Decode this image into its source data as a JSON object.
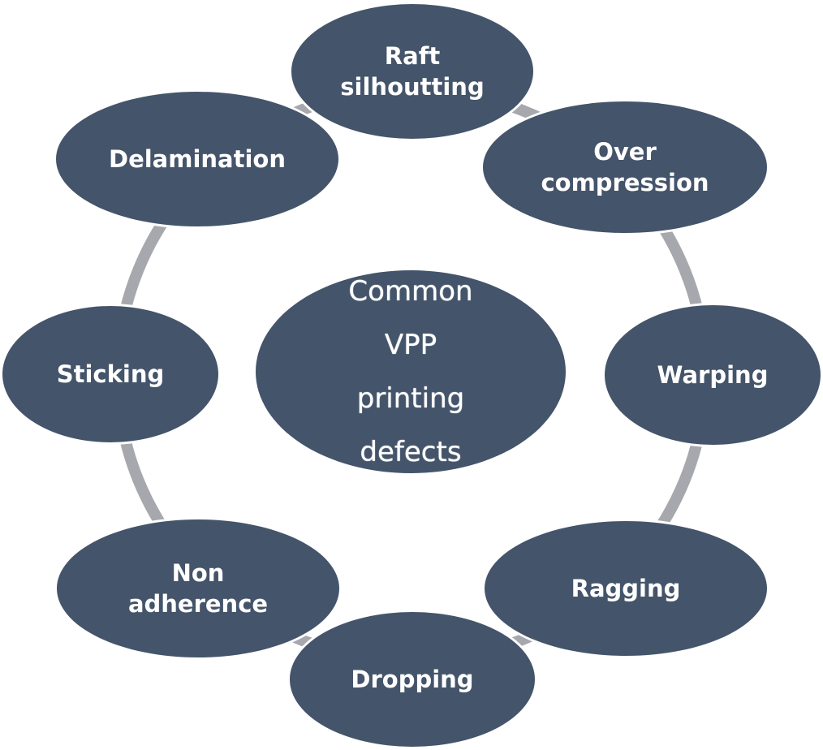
{
  "diagram": {
    "center_label": "Common\nVPP\nprinting\ndefects",
    "nodes": [
      {
        "label": "Raft\nsilhoutting"
      },
      {
        "label": "Over\ncompression"
      },
      {
        "label": "Warping"
      },
      {
        "label": "Ragging"
      },
      {
        "label": "Dropping"
      },
      {
        "label": "Non\nadherence"
      },
      {
        "label": "Sticking"
      },
      {
        "label": "Delamination"
      }
    ],
    "colors": {
      "node_fill": "#44546a",
      "node_text": "#ffffff",
      "ring": "#a6a8ad",
      "background": "#ffffff"
    }
  }
}
